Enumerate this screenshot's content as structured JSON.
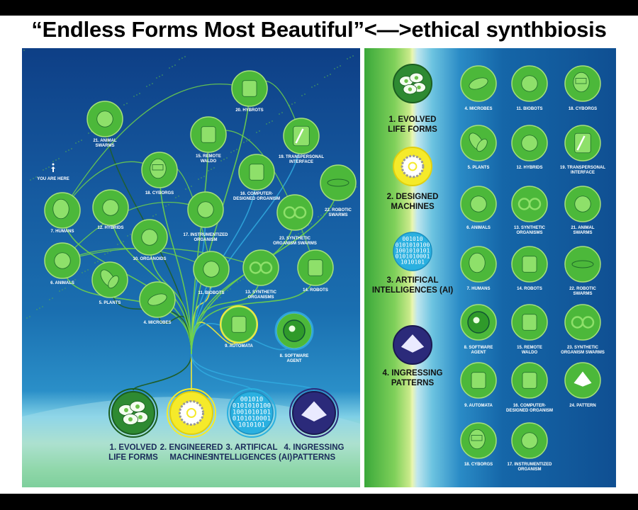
{
  "title": "“Endless Forms Most Beautiful”<—>ethical synthbiosis",
  "left_panel": {
    "you_are_here": "YOU ARE HERE",
    "nodes": [
      {
        "id": "21",
        "label": [
          "21. ANIMAL",
          "SWARMS"
        ],
        "icon": "mosquito-icon"
      },
      {
        "id": "20",
        "label": [
          "20. HYBROTS"
        ],
        "icon": "brain-robot-icon"
      },
      {
        "id": "15",
        "label": [
          "15. REMOTE",
          "WALDO"
        ],
        "icon": "remote-waldo-icon"
      },
      {
        "id": "19",
        "label": [
          "19. TRANSPERSONAL",
          "INTERFACE"
        ],
        "icon": "face-screen-icon"
      },
      {
        "id": "18",
        "label": [
          "18. CYBORGS"
        ],
        "icon": "cyborg-head-icon"
      },
      {
        "id": "16",
        "label": [
          "16. COMPUTER-",
          "DESIGNED ORGANISM"
        ],
        "icon": "designed-organism-icon"
      },
      {
        "id": "22",
        "label": [
          "22. ROBOTIC",
          "SWARMS"
        ],
        "icon": "drone-icon"
      },
      {
        "id": "7",
        "label": [
          "7. HUMANS"
        ],
        "icon": "human-head-icon"
      },
      {
        "id": "12",
        "label": [
          "12. HYBRIDS"
        ],
        "icon": "pegasus-icon"
      },
      {
        "id": "17",
        "label": [
          "17. INSTRUMENTIZED",
          "ORGANISM"
        ],
        "icon": "instrumented-plant-icon"
      },
      {
        "id": "23",
        "label": [
          "23. SYNTHETIC",
          "ORGANISM SWARMS"
        ],
        "icon": "chain-swarm-icon"
      },
      {
        "id": "10",
        "label": [
          "10. ORGANOIDS"
        ],
        "icon": "organoid-icon"
      },
      {
        "id": "6",
        "label": [
          "6. ANIMALS"
        ],
        "icon": "wolf-icon"
      },
      {
        "id": "5",
        "label": [
          "5. PLANTS"
        ],
        "icon": "leaf-icon"
      },
      {
        "id": "11",
        "label": [
          "11. BIOBOTS"
        ],
        "icon": "biobot-icon"
      },
      {
        "id": "13",
        "label": [
          "13. SYNTHETIC",
          "ORGANISMS"
        ],
        "icon": "chain-icon"
      },
      {
        "id": "14",
        "label": [
          "14. ROBOTS"
        ],
        "icon": "robot-head-icon"
      },
      {
        "id": "4",
        "label": [
          "4. MICROBES"
        ],
        "icon": "microbe-icon"
      },
      {
        "id": "9",
        "label": [
          "9. AUTOMATA"
        ],
        "icon": "automaton-icon"
      },
      {
        "id": "8",
        "label": [
          "8. SOFTWARE",
          "AGENT"
        ],
        "icon": "software-agent-icon"
      }
    ],
    "categories": [
      {
        "label": [
          "1. EVOLVED",
          "LIFE FORMS"
        ],
        "icon": "cells-icon"
      },
      {
        "label": [
          "2. ENGINEERED",
          "MACHINES"
        ],
        "icon": "gears-icon"
      },
      {
        "label": [
          "3. ARTIFICAL",
          "INTELLIGENCES (AI)"
        ],
        "icon": "binary-icon",
        "binary": [
          "001010",
          "0101010100",
          "1001010101",
          "0101010001",
          "1010101"
        ]
      },
      {
        "label": [
          "4. INGRESSING",
          "PATTERNS"
        ],
        "icon": "pattern-peak-icon"
      }
    ]
  },
  "right_panel": {
    "categories": [
      {
        "label": [
          "1. EVOLVED",
          "LIFE FORMS"
        ],
        "icon": "cells-icon"
      },
      {
        "label": [
          "2. DESIGNED",
          "MACHINES"
        ],
        "icon": "gears-icon"
      },
      {
        "label": [
          "3. ARTIFICAL",
          "INTELLIGENCES (AI)"
        ],
        "icon": "binary-icon",
        "binary": [
          "001010",
          "0101010100",
          "1001010101",
          "0101010001",
          "1010101"
        ]
      },
      {
        "label": [
          "4. INGRESSING",
          "PATTERNS"
        ],
        "icon": "pattern-peak-icon"
      }
    ],
    "grid": [
      {
        "label": [
          "4. MICROBES"
        ],
        "icon": "microbe-icon"
      },
      {
        "label": [
          "11. BIOBOTS"
        ],
        "icon": "biobot-icon"
      },
      {
        "label": [
          "18. CYBORGS"
        ],
        "icon": "cyborg-head-icon"
      },
      {
        "label": [
          "5. PLANTS"
        ],
        "icon": "leaf-icon"
      },
      {
        "label": [
          "12. HYBRIDS"
        ],
        "icon": "pegasus-icon"
      },
      {
        "label": [
          "19. TRANSPERSONAL",
          "INTERFACE"
        ],
        "icon": "face-screen-icon"
      },
      {
        "label": [
          "6. ANIMALS"
        ],
        "icon": "wolf-icon"
      },
      {
        "label": [
          "13. SYNTHETIC",
          "ORGANISMS"
        ],
        "icon": "chain-icon"
      },
      {
        "label": [
          "21. ANIMAL",
          "SWARMS"
        ],
        "icon": "mosquito-icon"
      },
      {
        "label": [
          "7. HUMANS"
        ],
        "icon": "human-head-icon"
      },
      {
        "label": [
          "14. ROBOTS"
        ],
        "icon": "robot-head-icon"
      },
      {
        "label": [
          "22. ROBOTIC",
          "SWARMS"
        ],
        "icon": "drone-icon"
      },
      {
        "label": [
          "8. SOFTWARE",
          "AGENT"
        ],
        "icon": "software-agent-icon"
      },
      {
        "label": [
          "15. REMOTE",
          "WALDO"
        ],
        "icon": "remote-waldo-icon"
      },
      {
        "label": [
          "23. SYNTHETIC",
          "ORGANISM SWARMS"
        ],
        "icon": "chain-swarm-icon"
      },
      {
        "label": [
          "9. AUTOMATA"
        ],
        "icon": "automaton-icon"
      },
      {
        "label": [
          "16. COMPUTER-",
          "DESIGNED ORGANISM"
        ],
        "icon": "designed-organism-icon"
      },
      {
        "label": [
          "24. PATTERN"
        ],
        "icon": "pattern-peak-icon"
      },
      {
        "label": [
          "18. CYBORGS"
        ],
        "icon": "cyborg-head-icon"
      },
      {
        "label": [
          "17. INSTRUMENTIZED",
          "ORGANISM"
        ],
        "icon": "instrumented-plant-icon"
      }
    ]
  },
  "colors": {
    "node_fill": "#4cb83a",
    "node_ring": "#a6e07a",
    "node_dark": "#1f6b2a",
    "line_green": "#6fd24a",
    "line_yellow": "#f2ea3a",
    "line_blue": "#2fa6dc"
  }
}
